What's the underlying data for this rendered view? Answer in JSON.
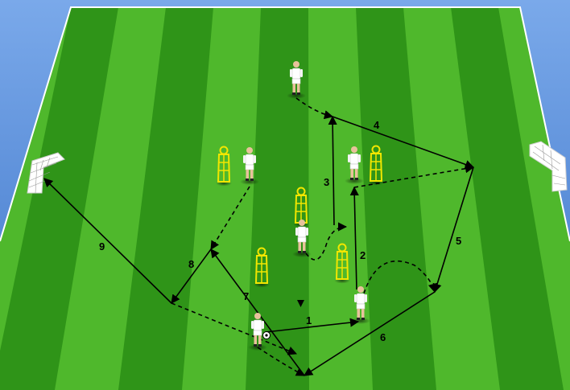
{
  "diagram": {
    "colors": {
      "sky": "#4f86d8",
      "pitch_light": "#4fb82c",
      "pitch_dark": "#2f9418",
      "line": "#000000",
      "mannequin": "#f2e600",
      "kit": "#ffffff"
    },
    "step_labels": [
      "1",
      "2",
      "3",
      "4",
      "5",
      "6",
      "7",
      "8",
      "9"
    ]
  }
}
